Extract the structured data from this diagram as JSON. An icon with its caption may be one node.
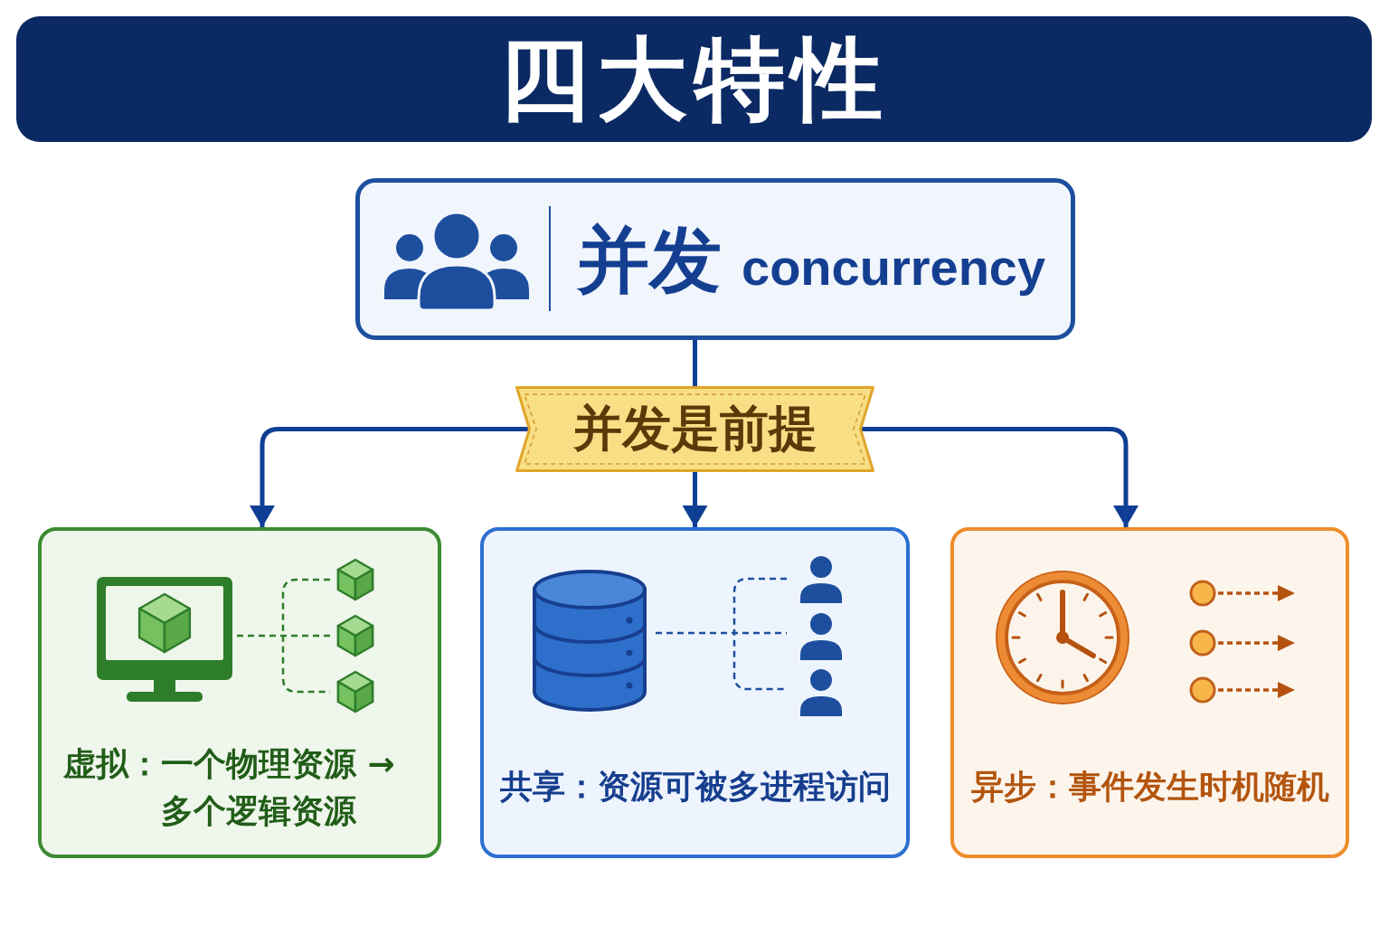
{
  "diagram": {
    "title": "四大特性",
    "nodes": [
      {
        "text": [
          "并发",
          "concurrency"
        ]
      },
      {
        "text": [
          "并发是前提"
        ]
      },
      {
        "text": [
          "虚拟：",
          "一个物理资源 →多个逻辑资源"
        ]
      },
      {
        "text": [
          "共享：",
          "资源可被多进程访问"
        ]
      },
      {
        "text": [
          "异步：",
          "事件发生时机随机"
        ]
      }
    ],
    "edges": [
      {
        "from": 0,
        "to": 1,
        "arrow": "none"
      },
      {
        "from": 1,
        "to": 2,
        "arrow": "to"
      },
      {
        "from": 1,
        "to": 3,
        "arrow": "to"
      },
      {
        "from": 1,
        "to": 4,
        "arrow": "to"
      }
    ]
  }
}
